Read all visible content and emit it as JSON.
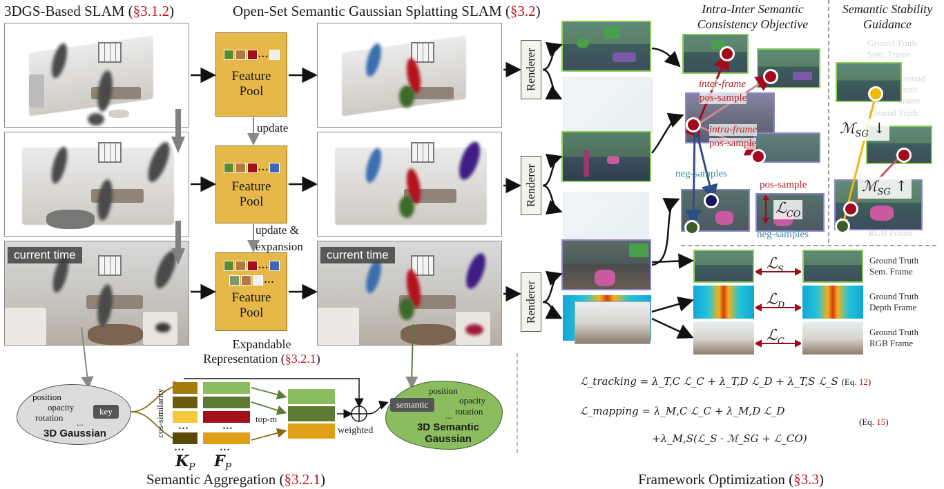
{
  "titles": {
    "slam_3dgs": "3DGS-Based SLAM (",
    "slam_3dgs_ref": "§3.1.2",
    "open_set": "Open-Set Semantic Gaussian Splatting SLAM (",
    "open_set_ref": "§3.2",
    "intra_inter_l1": "Intra-Inter Semantic",
    "intra_inter_l2": "Consistency Objective",
    "stability_l1": "Semantic Stability",
    "stability_l2": "Guidance",
    "close_paren": ")"
  },
  "feature_pool": {
    "label_1": "Feature",
    "label_2": "Pool",
    "dots": "…",
    "rows": [
      [
        "#5c8a2e",
        "#b07a45",
        "#a2101c",
        "#f0f0f0"
      ],
      [
        "#5c8a2e",
        "#b07a45",
        "#a2101c",
        "#3f67b8"
      ],
      [
        "#5c8a2e",
        "#b07a45",
        "#a2101c",
        "#3f67b8"
      ],
      [
        "#7f9a6a",
        "#b07a45",
        "#f0f0f0"
      ]
    ]
  },
  "arrows": {
    "update": "update",
    "update_expansion_1": "update &",
    "update_expansion_2": "expansion"
  },
  "current_time": "current time",
  "expandable": {
    "line1": "Expandable",
    "line2": "Representation (",
    "ref": "§3.2.1"
  },
  "renderer": "Renderer",
  "consistency": {
    "inter_frame": "inter-frame",
    "pos_sample": "pos-sample",
    "intra_frame": "intra-frame",
    "neg_samples": "neg-samples",
    "loss_co": "ℒ",
    "loss_co_sub": "CO"
  },
  "stability": {
    "msg_down": "ℳ",
    "msg_up": "ℳ",
    "msg_sub": "SG",
    "down_arrow": "↓",
    "up_arrow": "↑"
  },
  "faint_legends": [
    "Ground Truth",
    "Sem. Frame",
    "Ground Truth",
    "Frame",
    "Ground Truth",
    "RGB Frame"
  ],
  "losses": [
    {
      "symbol": "ℒ",
      "sub": "S",
      "legend_1": "Ground Truth",
      "legend_2": "Sem. Frame"
    },
    {
      "symbol": "ℒ",
      "sub": "D",
      "legend_1": "Ground Truth",
      "legend_2": "Depth Frame"
    },
    {
      "symbol": "ℒ",
      "sub": "C",
      "legend_1": "Ground Truth",
      "legend_2": "RGB Frame"
    }
  ],
  "gaussian": {
    "position": "position",
    "opacity": "opacity",
    "rotation": "rotation",
    "ellipsis": "...",
    "key": "key",
    "title": "3D Gaussian"
  },
  "aggregation": {
    "cos_similarity": "cos-similarity",
    "top_m": "top-m",
    "weighted": "weighted",
    "kp": "K",
    "fp": "F",
    "sub_p": "P",
    "dots": "…",
    "title": "Semantic Aggregation (",
    "ref": "§3.2.1",
    "key_colors": [
      "#a47a0a",
      "#6a5a10",
      "#f4c93a",
      "#5a4a0a"
    ],
    "feat_colors": [
      "#8bbd5f",
      "#5e7a32",
      "#a2101c",
      "#e0a018"
    ],
    "aggr_colors": [
      "#8bbd5f",
      "#5e7a32",
      "#e0a018"
    ]
  },
  "semantic_gaussian": {
    "semantic": "semantic",
    "position": "position",
    "opacity": "opacity",
    "rotation": "rotation",
    "ellipsis": "...",
    "title_1": "3D Semantic",
    "title_2": "Gaussian"
  },
  "equations": {
    "tracking": "ℒ_tracking = λ_T,C ℒ_C + λ_T,D ℒ_D + λ_T,S ℒ_S",
    "tracking_ref_pre": "(Eq. ",
    "tracking_ref": "12",
    "mapping_1": "ℒ_mapping = λ_M,C ℒ_C + λ_M,D ℒ_D",
    "mapping_2": "+λ_M,S(ℒ_S · ℳ_SG + ℒ_CO)",
    "mapping_ref_pre": "(Eq. ",
    "mapping_ref": "15"
  },
  "framework": {
    "title": "Framework Optimization (",
    "ref": "§3.3"
  }
}
